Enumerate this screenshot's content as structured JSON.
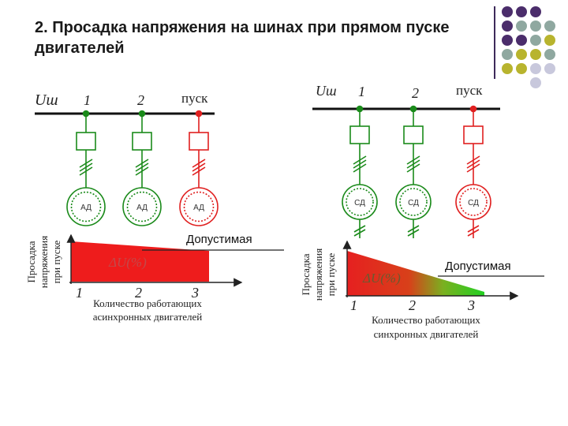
{
  "slide": {
    "title": "2. Просадка напряжения на шинах при прямом пуске двигателей"
  },
  "colors": {
    "green": "#1a8a1a",
    "red": "#e02020",
    "purple": "#4b2d6b",
    "teal": "#8fa8a0",
    "olive": "#b8b42e",
    "lavender": "#c8c8dc"
  },
  "left_diagram": {
    "bus_label": "Uш",
    "motor_labels": [
      "1",
      "2",
      "пуск"
    ],
    "motor_type": "АД",
    "ylabel": [
      "Просадка",
      "напряжения",
      "при пуске"
    ],
    "bar_label": "ΔU(%)",
    "allowed_label": "Допустимая",
    "x_ticks": [
      "1",
      "2",
      "3"
    ],
    "xlabel": [
      "Количество работающих",
      "асинхронных двигателей"
    ]
  },
  "right_diagram": {
    "bus_label": "Uш",
    "motor_labels": [
      "1",
      "2",
      "пуск"
    ],
    "motor_type": "СД",
    "ylabel": [
      "Просадка",
      "напряжения",
      "при пуске"
    ],
    "bar_label": "ΔU(%)",
    "allowed_label": "Допустимая",
    "x_ticks": [
      "1",
      "2",
      "3"
    ],
    "xlabel": [
      "Количество работающих",
      "синхронных двигателей"
    ]
  }
}
